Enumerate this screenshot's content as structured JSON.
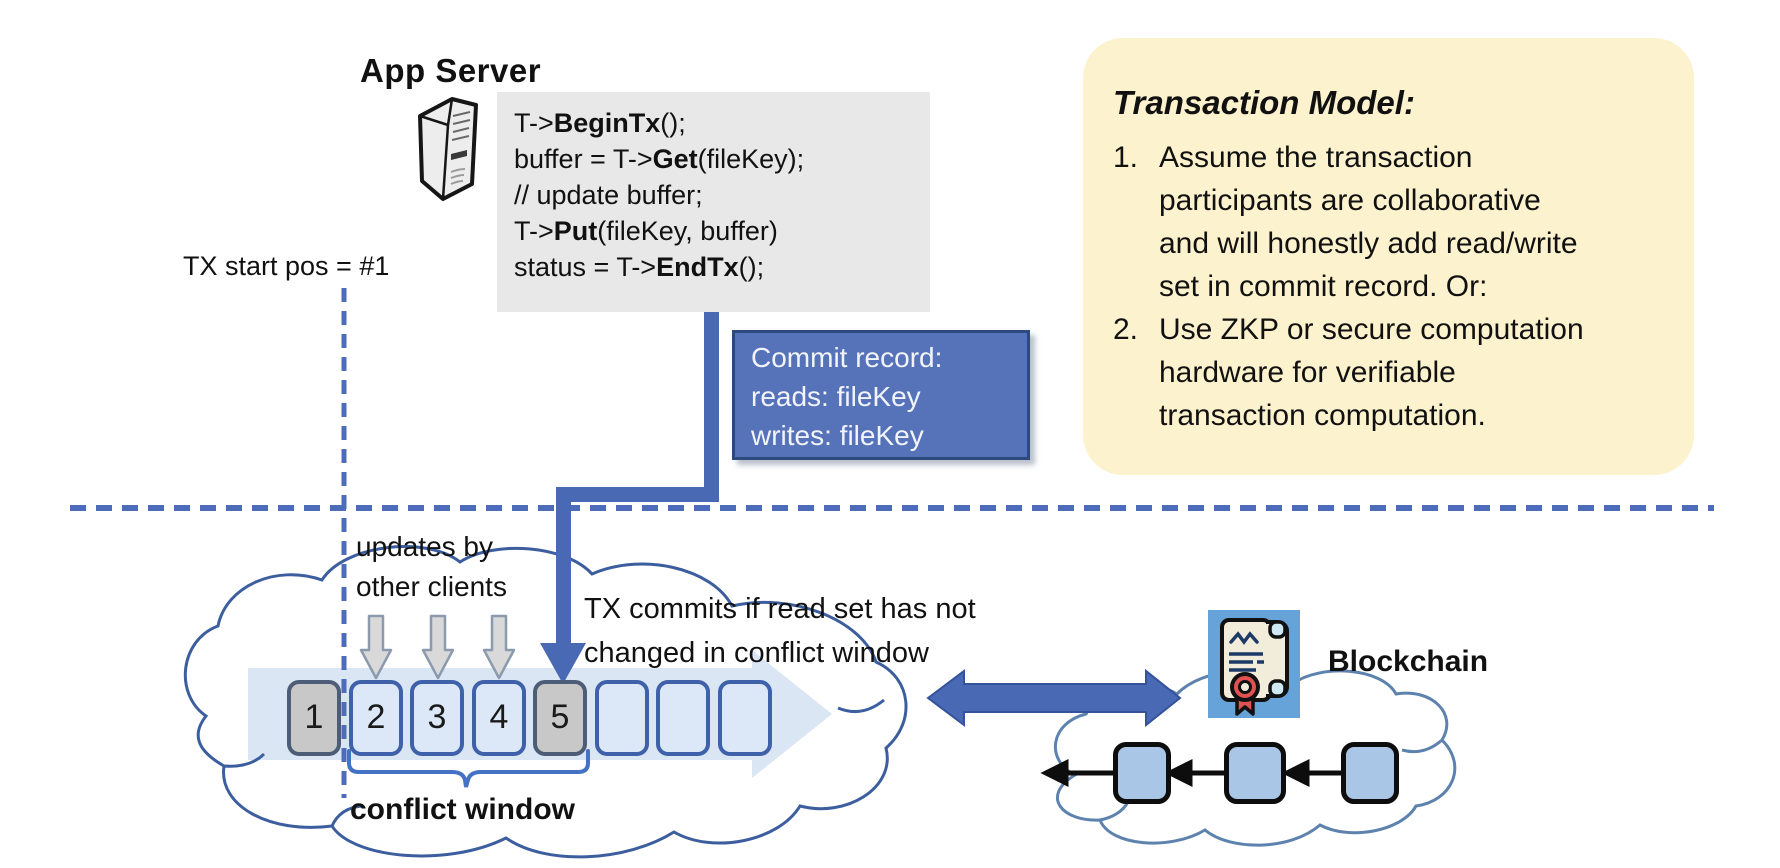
{
  "app_server": {
    "title": "App Server"
  },
  "code_block": {
    "lines": [
      [
        {
          "t": "T->"
        },
        {
          "t": "BeginTx",
          "b": true
        },
        {
          "t": "();"
        }
      ],
      [
        {
          "t": "buffer = T->"
        },
        {
          "t": "Get",
          "b": true
        },
        {
          "t": "(fileKey);"
        }
      ],
      [
        {
          "t": "// update buffer;"
        }
      ],
      [
        {
          "t": "T->"
        },
        {
          "t": "Put",
          "b": true
        },
        {
          "t": "(fileKey, buffer)"
        }
      ],
      [
        {
          "t": "status = T->"
        },
        {
          "t": "EndTx",
          "b": true
        },
        {
          "t": "();"
        }
      ]
    ]
  },
  "tx_start_label": "TX start pos = #1",
  "commit_record": {
    "text": "Commit record:\nreads: fileKey\nwrites: fileKey"
  },
  "transaction_model": {
    "title": "Transaction Model:",
    "items": [
      {
        "num": "1.",
        "text": "Assume the transaction\nparticipants are collaborative\nand will honestly add read/write\nset in commit record.  Or:"
      },
      {
        "num": "2.",
        "text": "Use ZKP or secure computation\nhardware for verifiable\ntransaction computation."
      }
    ]
  },
  "updates_label": "updates by\nother clients",
  "tx_commits_label": "TX commits if read set has not\nchanged in conflict window",
  "conflict_window_label": "conflict window",
  "timeline": {
    "boxes": [
      {
        "label": "1",
        "highlight": true
      },
      {
        "label": "2",
        "highlight": false
      },
      {
        "label": "3",
        "highlight": false
      },
      {
        "label": "4",
        "highlight": false
      },
      {
        "label": "5",
        "highlight": true
      },
      {
        "label": "",
        "highlight": false
      },
      {
        "label": "",
        "highlight": false
      },
      {
        "label": "",
        "highlight": false
      }
    ]
  },
  "blockchain": {
    "label": "Blockchain"
  },
  "icons": [
    "server-tower-icon",
    "certificate-scroll-icon",
    "down-arrow-icon",
    "double-headed-arrow-icon",
    "cloud-icon"
  ],
  "colors": {
    "accent_dash_blue": "#4d6cb9",
    "arrow_blue": "#4a69b4",
    "commit_fill": "#5673ba",
    "commit_border": "#2c4a7e",
    "note_yellow": "#fcf2cd",
    "code_bg": "#e8e8e8",
    "timeline_band": "#dbe6f4",
    "box_fill_light": "#dce8f7",
    "box_fill_gray": "#c8c8c8",
    "box_border": "#3e61a9",
    "icon_bg": "#66a3d8",
    "chain_block_fill": "#aac6e6"
  }
}
